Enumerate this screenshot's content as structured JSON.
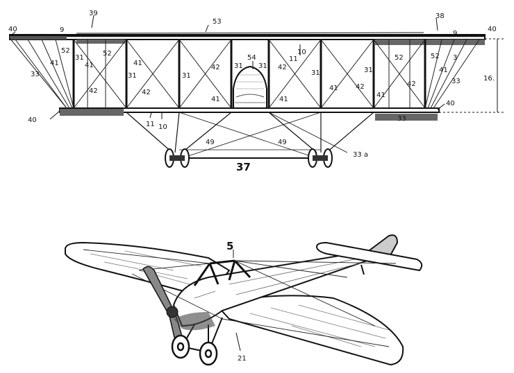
{
  "figure_top": {
    "caption": "37",
    "labels": {
      "l40a": "40",
      "l9a": "9",
      "l39": "39",
      "l53": "53",
      "l38": "38",
      "l9b": "9",
      "l40b": "40",
      "l52a": "52",
      "l31a": "31",
      "l52b": "52",
      "l41a": "41",
      "l41b": "41",
      "l33a": "33",
      "l54": "54",
      "l10a": "10",
      "l11a": "11",
      "l31b": "31",
      "l42a": "42",
      "l31c": "31",
      "l31d": "31",
      "l42b": "42",
      "l31e": "31",
      "l41c": "41",
      "l42c": "42",
      "l41d": "41",
      "l42d": "42",
      "l41e": "41",
      "l41f": "41",
      "l52c": "52",
      "l31f": "31",
      "l52d": "52",
      "l3": "3",
      "l41g": "41",
      "l33b": "33",
      "l42e": "42",
      "l42f": "42",
      "l41h": "41",
      "l31g": "31",
      "l16": "16.",
      "l40c": "40",
      "l40d": "40",
      "l11b": "11",
      "l10b": "10",
      "l33c": "33",
      "l49a": "49",
      "l49b": "49",
      "l33d": "33 a"
    }
  },
  "figure_bottom": {
    "labels": {
      "l5": "5",
      "l21": "21"
    }
  }
}
